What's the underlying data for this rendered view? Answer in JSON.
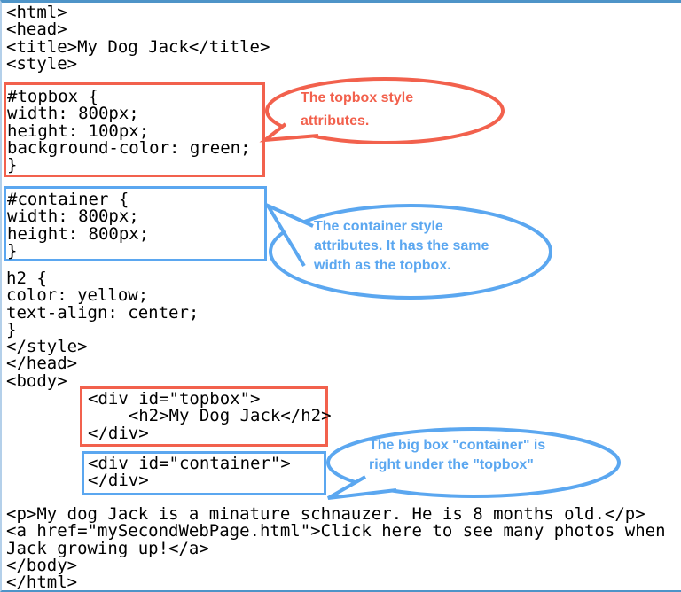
{
  "colors": {
    "red": "#F2614D",
    "blue": "#5BA7F0",
    "code_text": "#000000",
    "page_border_top": "#4E94C8",
    "page_border_left": "#B4D0EA",
    "page_border_bottom": "#4E94C8"
  },
  "code_blocks": {
    "head": "<html>\n<head>\n<title>My Dog Jack</title>\n<style>",
    "topbox_rule": "#topbox {\nwidth: 800px;\nheight: 100px;\nbackground-color: green;\n}",
    "container_rule": "#container {\nwidth: 800px;\nheight: 800px;\n}",
    "mid": "h2 {\ncolor: yellow;\ntext-align: center;\n}\n</style>\n</head>\n<body>",
    "topbox_div": "<div id=\"topbox\">\n    <h2>My Dog Jack</h2>\n</div>",
    "container_div": "<div id=\"container\">\n</div>",
    "footer": "<p>My dog Jack is a minature schnauzer. He is 8 months old.</p>\n<a href=\"mySecondWebPage.html\">Click here to see many photos when\nJack growing up!</a>\n</body>\n</html>"
  },
  "callouts": [
    {
      "id": "topbox",
      "text": "The topbox style\nattributes.",
      "color": "#F2614D"
    },
    {
      "id": "container",
      "text": "The container style\nattributes. It has the same\nwidth as the topbox.",
      "color": "#5BA7F0"
    },
    {
      "id": "position",
      "text": "The big box \"container\" is\nright under the \"topbox\"",
      "color": "#5BA7F0"
    }
  ]
}
